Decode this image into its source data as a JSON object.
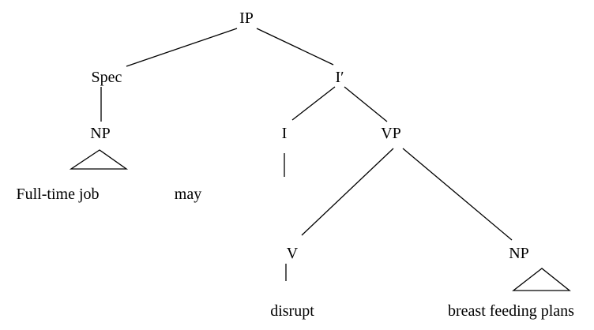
{
  "tree": {
    "ip": "IP",
    "spec": "Spec",
    "i_bar": "I′",
    "np_subject": "NP",
    "i": "I",
    "vp": "VP",
    "v": "V",
    "np_object": "NP",
    "subject_words": "Full-time job",
    "aux_word": "may",
    "verb_word": "disrupt",
    "object_words": "breast feeding plans"
  }
}
